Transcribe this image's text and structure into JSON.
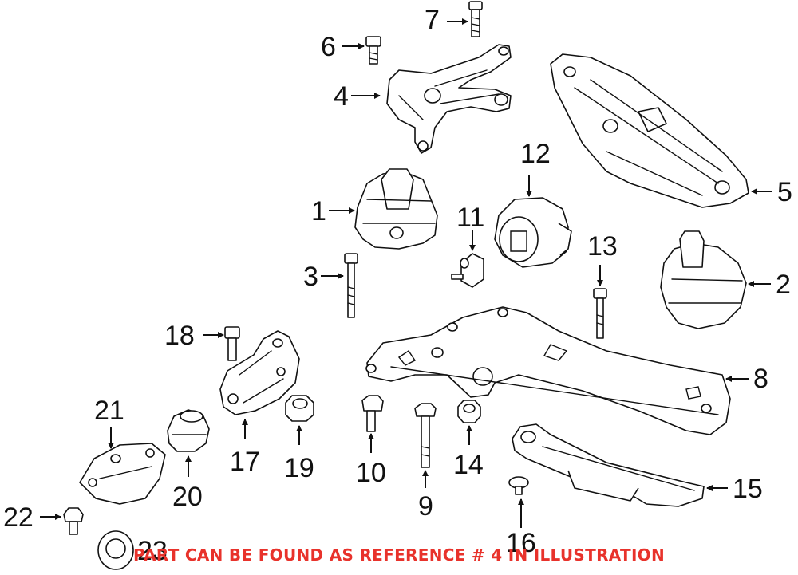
{
  "diagram": {
    "callouts": [
      {
        "key": "c1",
        "text": "1"
      },
      {
        "key": "c2",
        "text": "2"
      },
      {
        "key": "c3",
        "text": "3"
      },
      {
        "key": "c4",
        "text": "4"
      },
      {
        "key": "c5",
        "text": "5"
      },
      {
        "key": "c6",
        "text": "6"
      },
      {
        "key": "c7",
        "text": "7"
      },
      {
        "key": "c8",
        "text": "8"
      },
      {
        "key": "c9",
        "text": "9"
      },
      {
        "key": "c10",
        "text": "10"
      },
      {
        "key": "c11",
        "text": "11"
      },
      {
        "key": "c12",
        "text": "12"
      },
      {
        "key": "c13",
        "text": "13"
      },
      {
        "key": "c14",
        "text": "14"
      },
      {
        "key": "c15",
        "text": "15"
      },
      {
        "key": "c16",
        "text": "16"
      },
      {
        "key": "c17",
        "text": "17"
      },
      {
        "key": "c18",
        "text": "18"
      },
      {
        "key": "c19",
        "text": "19"
      },
      {
        "key": "c20",
        "text": "20"
      },
      {
        "key": "c21",
        "text": "21"
      },
      {
        "key": "c22",
        "text": "22"
      },
      {
        "key": "c23",
        "text": "23"
      }
    ],
    "footer_note": "PART CAN BE FOUND AS REFERENCE # 4 IN ILLUSTRATION",
    "footer_color": "#e8322b"
  }
}
